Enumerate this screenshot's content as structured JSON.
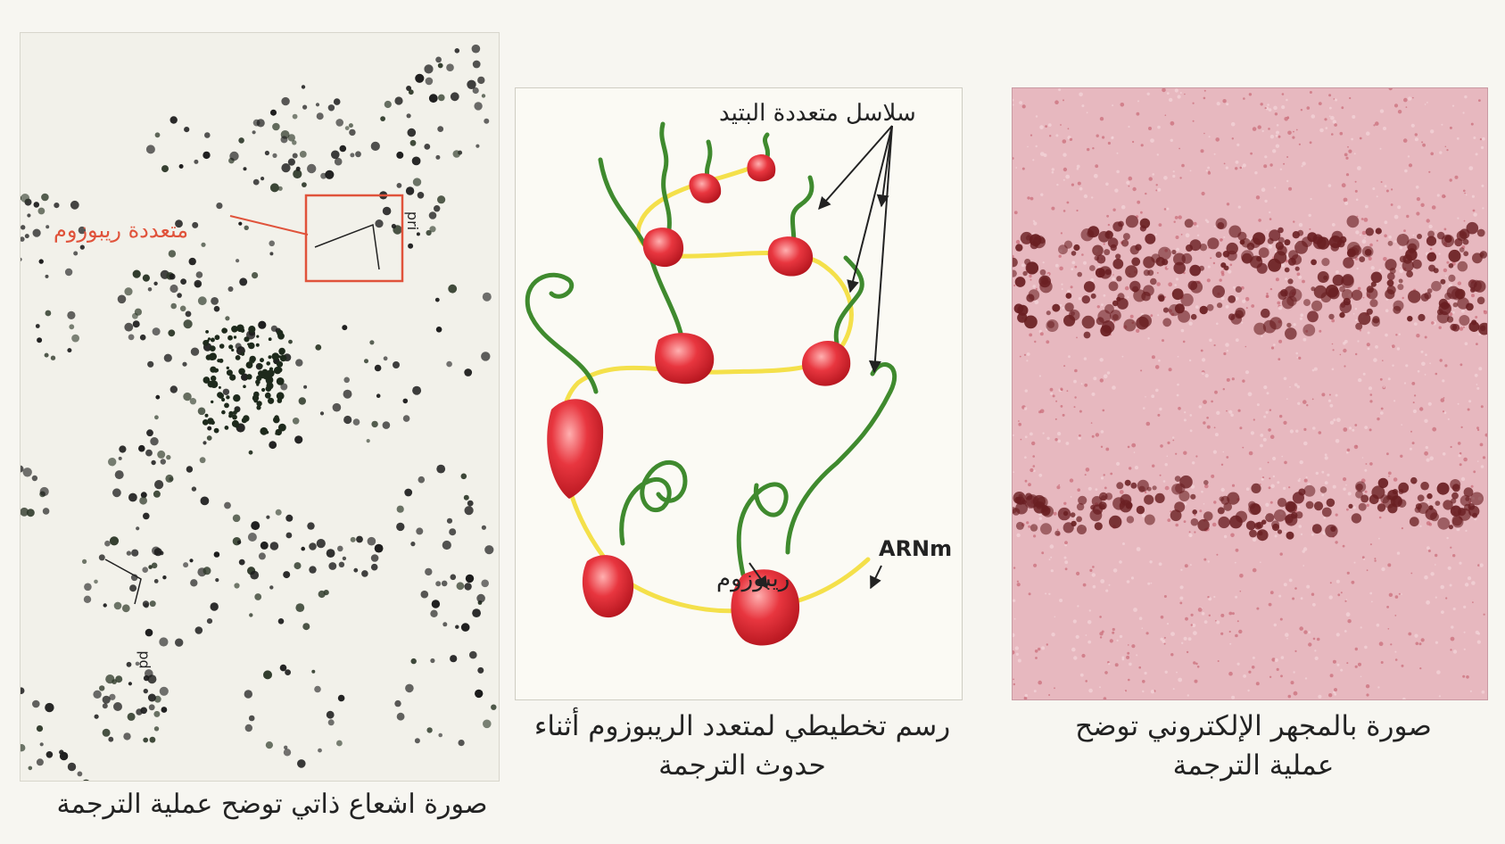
{
  "panels": {
    "autoradiograph": {
      "caption": "صورة اشعاع ذاتي توضح عملية الترجمة",
      "polysome_label": "متعددة ريبوزوم",
      "inset_label": "pri",
      "pointer_label": "pd"
    },
    "schematic": {
      "caption_line1": "رسم تخطيطي لمتعدد الريبوزوم أثناء",
      "caption_line2": "حدوث الترجمة",
      "label_polypeptide": "سلاسل متعددة البتيد",
      "label_mrna": "ARNm",
      "label_ribosome": "ريبوزوم"
    },
    "micrograph": {
      "caption_line1": "صورة بالمجهر الإلكتروني توضح",
      "caption_line2": "عملية الترجمة"
    }
  },
  "colors": {
    "mrna": "#f4e04a",
    "polypeptide": "#3f8a2e",
    "ribosome": "#e8363f",
    "polysome_label": "#e0533b",
    "micrograph_bg": "#e7b8bf",
    "micrograph_dots": "#6a1f22"
  }
}
